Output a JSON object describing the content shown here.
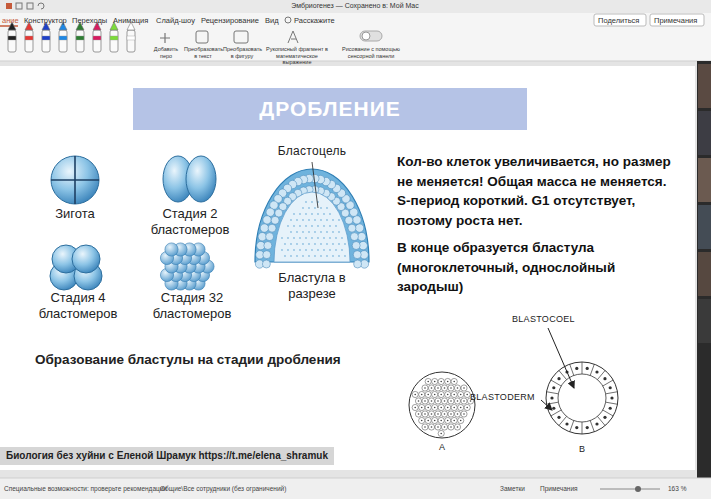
{
  "diagram": {
    "title": "ДРОБЛЕНИЕ",
    "nodes": [
      {
        "text": [
          "Биология без хуйни с Еленой Шрамук https://t.me/elena_shramuk"
        ]
      }
    ],
    "labels": [
      "Эмбриогенез — Сохранено в: Мой Mac",
      "ание",
      "Конструктор",
      "Переходы",
      "Анимация",
      "Слайд-шоу",
      "Рецензирование",
      "Вид",
      "Расскажите",
      "Поделиться",
      "Примечания",
      "Добавить перо",
      "Преобразовать в текст",
      "Преобразовать в фигуру",
      "Рукописный фрагмент в математическое выражение",
      "Рисование с помощью сенсорной панели",
      "Зигота",
      "Стадия 2 бластомеров",
      "Бластоцель",
      "Стадия 4 бластомеров",
      "Стадия 32 бластомеров",
      "Бластула в разрезе",
      "Образование бластулы на стадии дробления",
      "Кол-во клеток увеличивается, но размер не меняется! Общая масса не меняется. S-период короткий. G1 отсутствует, поэтому роста нет.",
      "В конце образуется бластула (многоклеточный, однослойный зародыш)",
      "BLASTOCOEL",
      "BLASTODERM",
      "A",
      "B",
      "Специальные возможности: проверьте рекомендации",
      "Общие\\Все сотрудники (без ограничений)",
      "Заметки",
      "Примечания",
      "163 %"
    ]
  }
}
